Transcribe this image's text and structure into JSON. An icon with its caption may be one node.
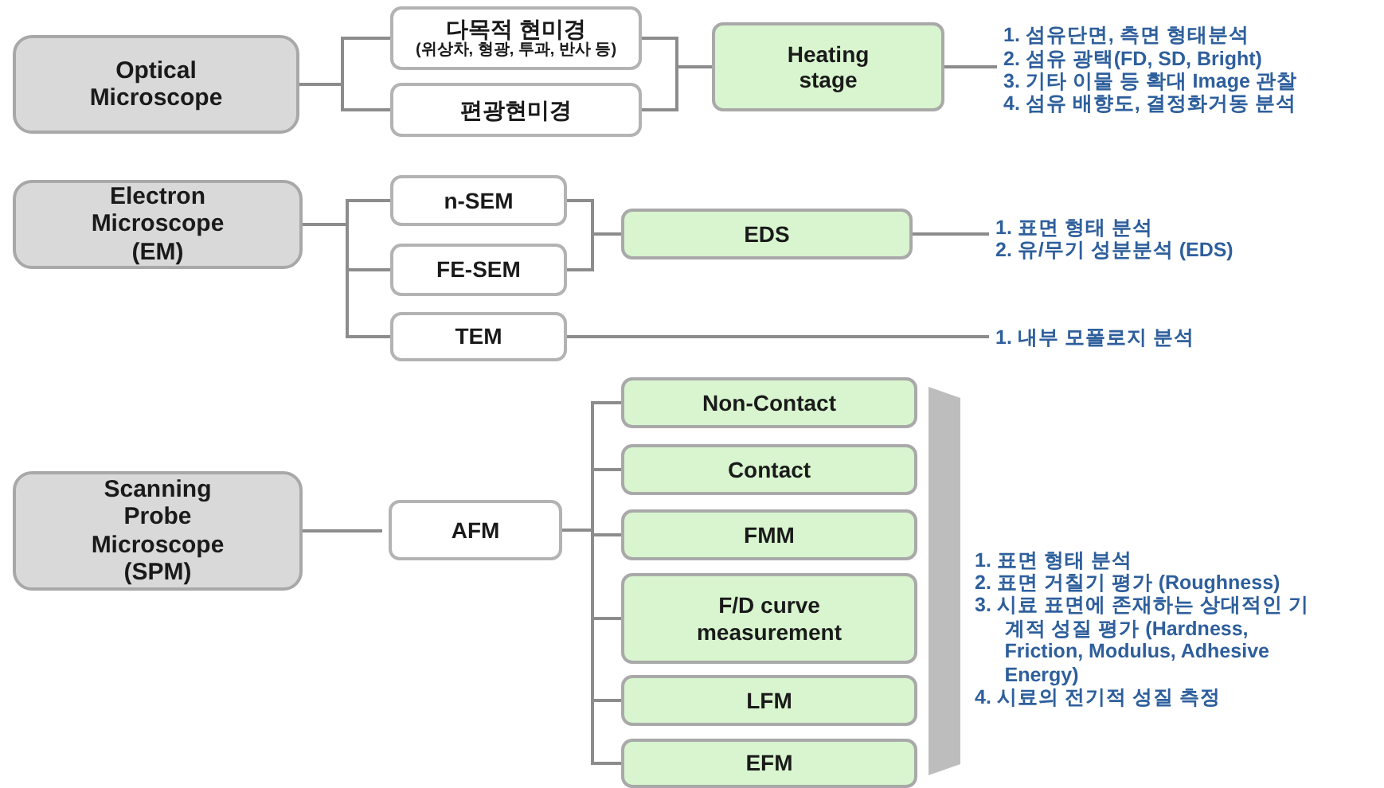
{
  "diagram": {
    "nodes": [
      {
        "text": [
          "Optical Microscope"
        ]
      },
      {
        "text": [
          "다목적 현미경",
          "(위상차, 형광, 투과, 반사 등)"
        ]
      },
      {
        "text": [
          "편광현미경"
        ]
      },
      {
        "text": [
          "Heating stage"
        ]
      },
      {
        "text": [
          "1. 섬유단면, 측면 형태분석",
          "2. 섬유 광택(FD, SD, Bright)",
          "3. 기타 이물 등 확대 Image 관찰",
          "4. 섬유 배향도, 결정화거동 분석"
        ]
      },
      {
        "text": [
          "Electron Microscope (EM)"
        ]
      },
      {
        "text": [
          "n-SEM"
        ]
      },
      {
        "text": [
          "FE-SEM"
        ]
      },
      {
        "text": [
          "TEM"
        ]
      },
      {
        "text": [
          "EDS"
        ]
      },
      {
        "text": [
          "1. 표면 형태 분석",
          "2. 유/무기 성분분석 (EDS)"
        ]
      },
      {
        "text": [
          "1. 내부 모폴로지 분석"
        ]
      },
      {
        "text": [
          "Scanning Probe Microscope (SPM)"
        ]
      },
      {
        "text": [
          "AFM"
        ]
      },
      {
        "text": [
          "Non-Contact"
        ]
      },
      {
        "text": [
          "Contact"
        ]
      },
      {
        "text": [
          "FMM"
        ]
      },
      {
        "text": [
          "F/D curve measurement"
        ]
      },
      {
        "text": [
          "LFM"
        ]
      },
      {
        "text": [
          "EFM"
        ]
      },
      {
        "text": [
          "1. 표면 형태 분석",
          "2. 표면 거칠기 평가 (Roughness)",
          "3. 시료 표면에 존재하는 상대적인 기계적 성질 평가 (Hardness, Friction, Modulus, Adhesive Energy)",
          "4. 시료의 전기적 성질 측정"
        ]
      },
      {
        "text": [],
        "shape": "bar"
      }
    ],
    "edges": [
      {
        "from": 0,
        "to": 1,
        "arrow": "none"
      },
      {
        "from": 0,
        "to": 2,
        "arrow": "none"
      },
      {
        "from": 1,
        "to": 3,
        "arrow": "none"
      },
      {
        "from": 2,
        "to": 3,
        "arrow": "none"
      },
      {
        "from": 3,
        "to": 4,
        "arrow": "none"
      },
      {
        "from": 5,
        "to": 6,
        "arrow": "none"
      },
      {
        "from": 5,
        "to": 7,
        "arrow": "none"
      },
      {
        "from": 5,
        "to": 8,
        "arrow": "none"
      },
      {
        "from": 6,
        "to": 9,
        "arrow": "none"
      },
      {
        "from": 7,
        "to": 9,
        "arrow": "none"
      },
      {
        "from": 9,
        "to": 10,
        "arrow": "none"
      },
      {
        "from": 8,
        "to": 11,
        "arrow": "none"
      },
      {
        "from": 12,
        "to": 13,
        "arrow": "none"
      },
      {
        "from": 13,
        "to": 14,
        "arrow": "none"
      },
      {
        "from": 13,
        "to": 15,
        "arrow": "none"
      },
      {
        "from": 13,
        "to": 16,
        "arrow": "none"
      },
      {
        "from": 13,
        "to": 17,
        "arrow": "none"
      },
      {
        "from": 13,
        "to": 18,
        "arrow": "none"
      },
      {
        "from": 13,
        "to": 19,
        "arrow": "none"
      }
    ]
  }
}
